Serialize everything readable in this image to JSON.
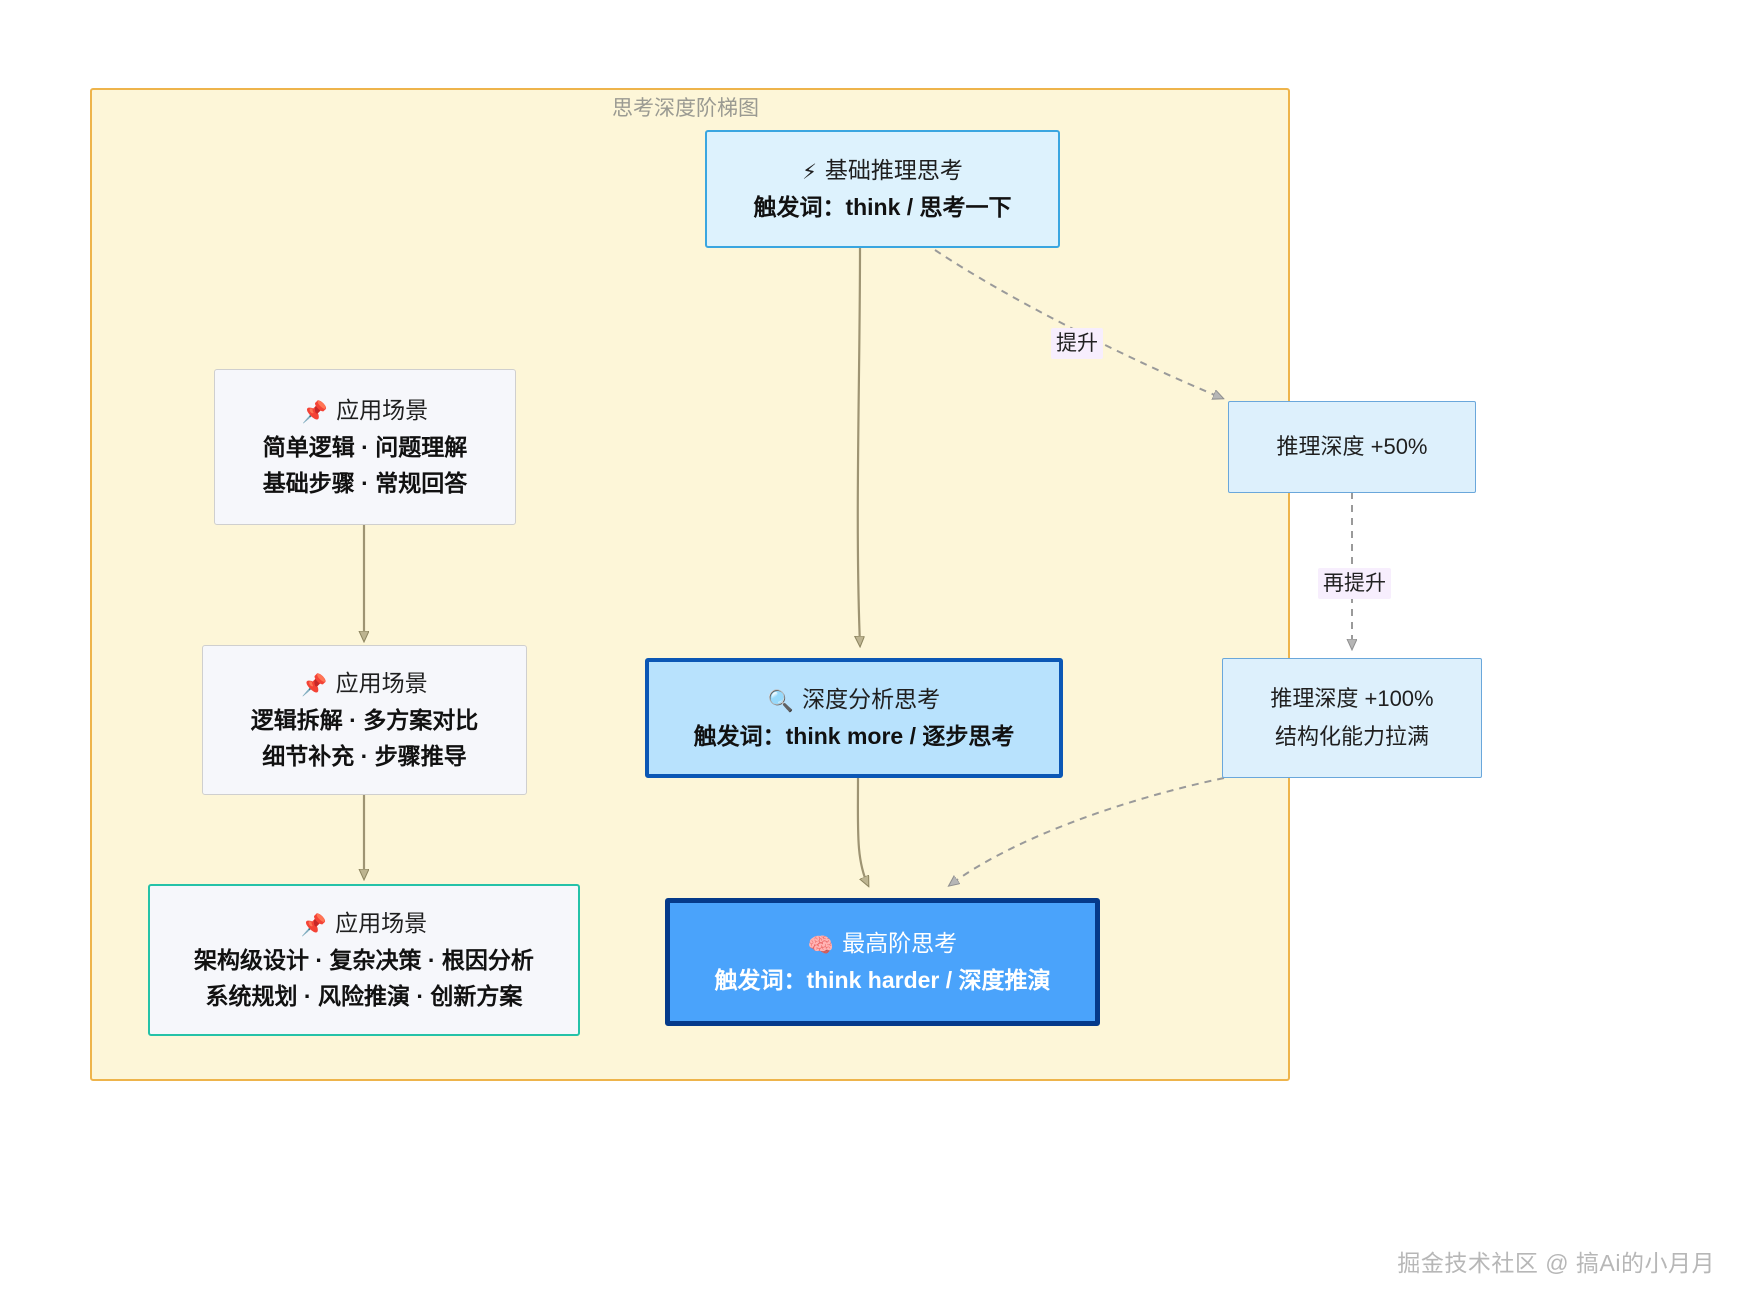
{
  "diagram": {
    "subgraph_title": "思考深度阶梯图",
    "nodes": {
      "basic": {
        "icon": "lightning-icon",
        "emoji": "⚡",
        "title": "基础推理思考",
        "trigger": "触发词：think / 思考一下"
      },
      "deep": {
        "icon": "magnifier-icon",
        "emoji": "🔍",
        "title": "深度分析思考",
        "trigger": "触发词：think more / 逐步思考"
      },
      "max": {
        "icon": "brain-icon",
        "emoji": "🧠",
        "title": "最高阶思考",
        "trigger": "触发词：think harder / 深度推演"
      },
      "scene1": {
        "icon": "pushpin-icon",
        "emoji": "📌",
        "title": "应用场景",
        "line1": "简单逻辑 · 问题理解",
        "line2": "基础步骤 · 常规回答"
      },
      "scene2": {
        "icon": "pushpin-icon",
        "emoji": "📌",
        "title": "应用场景",
        "line1": "逻辑拆解 · 多方案对比",
        "line2": "细节补充 · 步骤推导"
      },
      "scene3": {
        "icon": "pushpin-icon",
        "emoji": "📌",
        "title": "应用场景",
        "line1": "架构级设计 · 复杂决策 · 根因分析",
        "line2": "系统规划 · 风险推演 · 创新方案"
      },
      "boost1": {
        "line1": "推理深度 +50%",
        "line2": ""
      },
      "boost2": {
        "line1": "推理深度 +100%",
        "line2": "结构化能力拉满"
      }
    },
    "edge_labels": {
      "upgrade": "提升",
      "upgrade_more": "再提升"
    },
    "colors": {
      "subgraph_fill": "#fdf6d8",
      "subgraph_border": "#eeb44b",
      "light_blue_fill": "#ddf2fd",
      "light_blue_border": "#3aa6e0",
      "mid_blue_fill": "#b8e2fd",
      "mid_blue_border": "#0b57b5",
      "strong_blue_fill": "#4aa3fb",
      "strong_blue_border": "#053a8a",
      "grey_fill": "#f6f7fb",
      "grey_border": "#cfcfcf",
      "teal_border": "#25c2a8",
      "pale_blue_fill": "#ddf0fc",
      "pale_blue_border": "#6aa7db",
      "edge_solid": "#9e9473",
      "edge_dashed": "#9a9a9a",
      "edge_label_bg": "#f7eefd",
      "title_text": "#9a9a92"
    },
    "watermark": "掘金技术社区 @ 搞Ai的小月月"
  }
}
